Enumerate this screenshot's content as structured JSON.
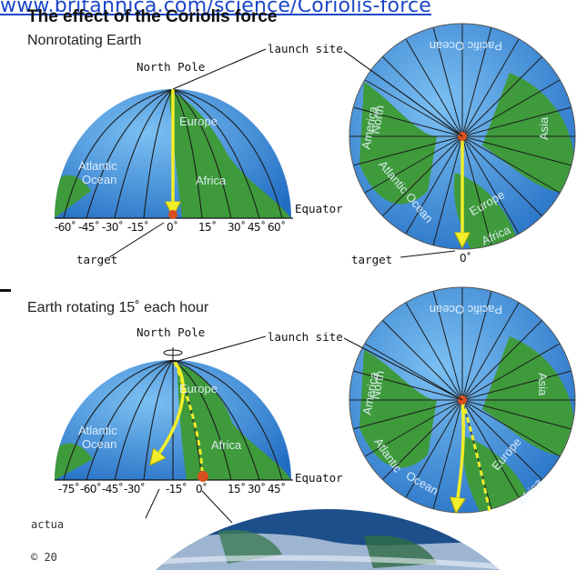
{
  "header": {
    "url": "www.britannica.com/science/Coriolis-force",
    "title": "The effect of the Coriolis force"
  },
  "panel_top": {
    "caption": "Nonrotating Earth",
    "north_pole": "North Pole",
    "launch_site": "launch site",
    "equator": "Equator",
    "target": "target",
    "target_right": "target",
    "zero_right": "0˚",
    "ticks": [
      "-60˚",
      "-45˚",
      "-30˚",
      "-15˚",
      "0˚",
      "15˚",
      "30˚",
      "45˚",
      "60˚"
    ],
    "regions_left": [
      "Europe",
      "Atlantic",
      "Ocean",
      "Africa"
    ],
    "regions_right": [
      "Pacific Ocean",
      "North",
      "America",
      "Asia",
      "Atlantic Ocean",
      "Europe",
      "Africa"
    ]
  },
  "panel_bottom": {
    "caption": "Earth rotating 15˚ each hour",
    "north_pole": "North Pole",
    "launch_site": "launch site",
    "equator": "Equator",
    "ticks": [
      "-75˚",
      "-60˚",
      "-45˚",
      "-30˚",
      "-15˚",
      "0˚",
      "15˚",
      "30˚",
      "45˚"
    ],
    "regions_left": [
      "Europe",
      "Atlantic",
      "Ocean",
      "Africa"
    ],
    "regions_right": [
      "Pacific Ocean",
      "Asia",
      "North",
      "America",
      "Atlantic",
      "Ocean",
      "Europe",
      "Africa"
    ]
  },
  "side_text": {
    "actual": "actua",
    "copyright": "© 20"
  },
  "colors": {
    "ocean": "#2e7fd6",
    "land": "#3f9a3c",
    "path": "#f2ee2a",
    "launch": "#d8501e"
  }
}
